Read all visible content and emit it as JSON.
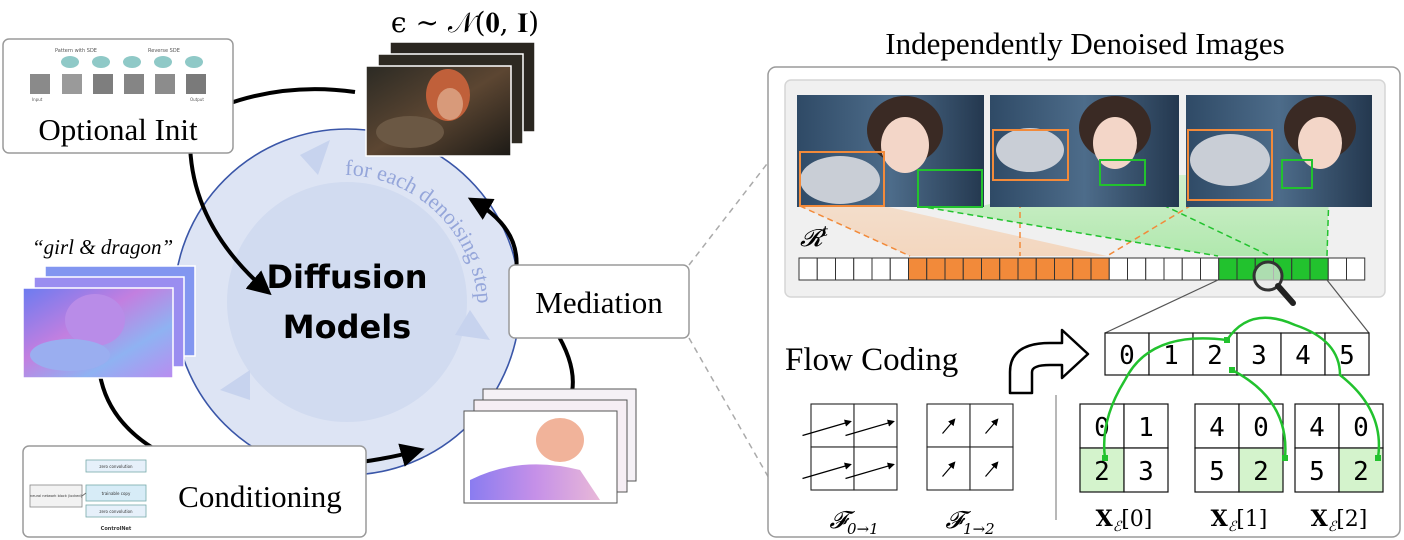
{
  "noise": {
    "label": "ϵ ∼ 𝒩(𝟎, 𝐈)"
  },
  "optional_init": {
    "label": "Optional Init"
  },
  "prompt": {
    "text": "“girl & dragon”"
  },
  "diffusion": {
    "line1": "Diffusion",
    "line2": "Models",
    "loop_text": "for each denoising step"
  },
  "mediation": {
    "label": "Mediation"
  },
  "conditioning": {
    "label": "Conditioning"
  },
  "panel": {
    "title": "Independently Denoised Images",
    "region_label": "𝓡",
    "region_sup": "t",
    "flow_coding": "Flow Coding",
    "top_cells": [
      "0",
      "1",
      "2",
      "3",
      "4",
      "5"
    ],
    "grids": [
      {
        "cells": [
          "0",
          "1",
          "2",
          "3"
        ],
        "highlight": 2,
        "label": "𝐗",
        "sub": "ℰ",
        "index": "[0]"
      },
      {
        "cells": [
          "4",
          "0",
          "5",
          "2"
        ],
        "highlight": 3,
        "label": "𝐗",
        "sub": "ℰ",
        "index": "[1]"
      },
      {
        "cells": [
          "4",
          "0",
          "5",
          "2"
        ],
        "highlight": 3,
        "label": "𝐗",
        "sub": "ℰ",
        "index": "[2]"
      }
    ],
    "flows": [
      {
        "label": "𝓕",
        "sub": "0→1"
      },
      {
        "label": "𝓕",
        "sub": "1→2"
      }
    ]
  },
  "thumb_text": {
    "init_left": "Pattern with SDE",
    "init_right": "Reverse SDE",
    "init_input": "Input",
    "init_output": "Output",
    "cn_zero_top": "zero convolution",
    "cn_copy": "trainable copy",
    "cn_zero_bottom": "zero convolution",
    "cn_block": "neural network block (locked)",
    "cn_caption": "ControlNet"
  },
  "colors": {
    "orange": "#f28a3a",
    "green": "#22c22e",
    "light_green": "#d4f3cc",
    "circle_fill": "#d7e0f3",
    "circle_stroke": "#3a56a8"
  }
}
